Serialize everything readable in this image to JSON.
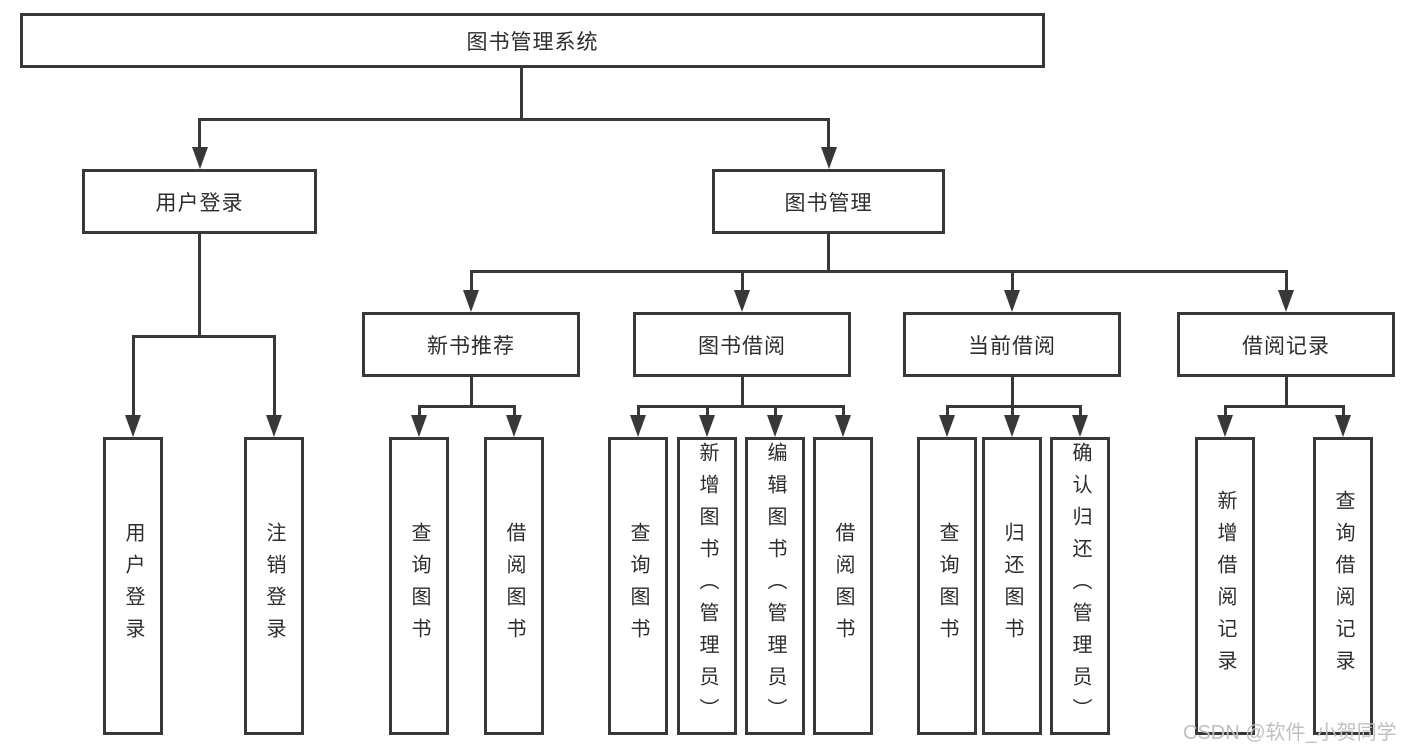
{
  "tree": {
    "root": {
      "label": "图书管理系统",
      "children": [
        {
          "label": "用户登录",
          "children": [
            {
              "label": "用户登录"
            },
            {
              "label": "注销登录"
            }
          ]
        },
        {
          "label": "图书管理",
          "children": [
            {
              "label": "新书推荐",
              "children": [
                {
                  "label": "查询图书"
                },
                {
                  "label": "借阅图书"
                }
              ]
            },
            {
              "label": "图书借阅",
              "children": [
                {
                  "label": "查询图书"
                },
                {
                  "label": "新增图书（管理员）"
                },
                {
                  "label": "编辑图书（管理员）"
                },
                {
                  "label": "借阅图书"
                }
              ]
            },
            {
              "label": "当前借阅",
              "children": [
                {
                  "label": "查询图书"
                },
                {
                  "label": "归还图书"
                },
                {
                  "label": "确认归还（管理员）"
                }
              ]
            },
            {
              "label": "借阅记录",
              "children": [
                {
                  "label": "新增借阅记录"
                },
                {
                  "label": "查询借阅记录"
                }
              ]
            }
          ]
        }
      ]
    }
  },
  "watermark": "CSDN @软件_小贺同学",
  "colors": {
    "line": "#383838",
    "border": "#383838",
    "text": "#2d2d2d",
    "watermark": "#c0c0c0",
    "background": "#ffffff"
  }
}
